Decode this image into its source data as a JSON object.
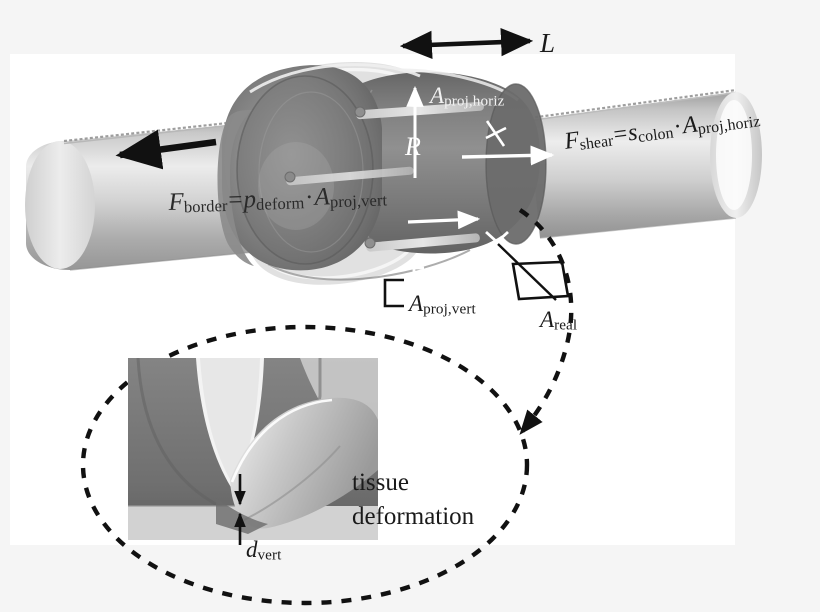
{
  "figure": {
    "kind": "biomechanics-diagram",
    "subject": "capsule robot deforming colon tissue",
    "background_outer": "#f5f5f5",
    "background_panel": "#ffffff"
  },
  "labels": {
    "length": {
      "sym": "L",
      "text": "L"
    },
    "radius": {
      "sym": "R",
      "text": "R"
    },
    "a_proj_horiz": {
      "sym": "A",
      "sub": "proj,horiz",
      "text": "A proj,horiz"
    },
    "a_proj_vert": {
      "sym": "A",
      "sub": "proj,vert",
      "text": "A proj,vert"
    },
    "a_real": {
      "sym": "A",
      "sub": "real",
      "text": "A real"
    },
    "d_vert": {
      "sym": "d",
      "sub": "vert",
      "text": "d vert"
    },
    "tissue_deformation_line1": "tissue",
    "tissue_deformation_line2": "deformation"
  },
  "equations": {
    "f_border": {
      "lhs_sym": "F",
      "lhs_sub": "border",
      "eq": "=",
      "rhs1_sym": "p",
      "rhs1_sub": "deform",
      "dot": "·",
      "rhs2_sym": "A",
      "rhs2_sub": "proj,vert",
      "text": "F_border = p_deform · A_proj,vert"
    },
    "f_shear": {
      "lhs_sym": "F",
      "lhs_sub": "shear",
      "eq": "=",
      "rhs1_sym": "s",
      "rhs1_sub": "colon",
      "dot": "·",
      "rhs2_sym": "A",
      "rhs2_sub": "proj,horiz",
      "text": "F_shear = s_colon · A_proj,horiz"
    }
  },
  "arrows": {
    "motion_arrow": {
      "name": "motion-direction-arrow",
      "color": "#111111",
      "direction": "left"
    },
    "length_arrow": {
      "name": "length-dimension-arrow",
      "color": "#111111",
      "direction": "double"
    },
    "radius_arrow": {
      "name": "radius-dimension-arrow",
      "color": "#ffffff",
      "direction": "up"
    },
    "shear_arrow": {
      "name": "shear-force-arrow",
      "color": "#ffffff",
      "direction": "right"
    },
    "border_arrow": {
      "name": "border-force-arrow",
      "color": "#ffffff",
      "direction": "right"
    },
    "dvert_arrow": {
      "name": "dvert-dimension-arrow",
      "color": "#111111",
      "direction": "double-vertical"
    },
    "callout_arrow": {
      "name": "inset-callout-arrow",
      "color": "#111111",
      "style": "dashed"
    }
  },
  "markers": {
    "x_horiz": {
      "name": "cross-marker-horiz",
      "color": "#ffffff"
    },
    "x_vert": {
      "name": "cross-marker-vert",
      "color": "#ffffff"
    },
    "x_real": {
      "name": "cross-marker-real",
      "color": "#ffffff"
    },
    "plus_vert": {
      "name": "plus-marker-vert",
      "color": "#ffffff"
    }
  },
  "inset": {
    "name": "tissue-deformation-inset",
    "outline": "dashed-ellipse",
    "image_fill": "#787878"
  },
  "palette": {
    "tube_light": "#e9e9e9",
    "tube_mid": "#bdbdbd",
    "tube_dark": "#8e8e8e",
    "capsule_dark": "#6f6f6f",
    "capsule_mid": "#8a8a8a",
    "capsule_light": "#b4b4b4",
    "stroke": "#111111"
  }
}
